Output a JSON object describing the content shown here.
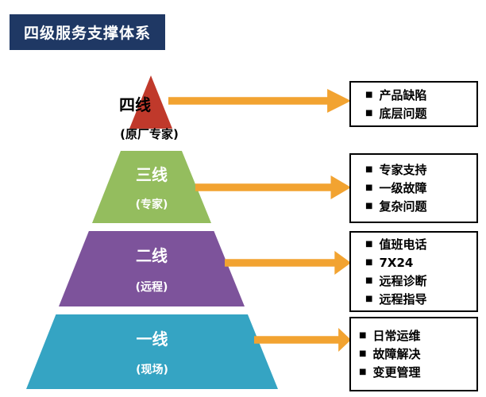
{
  "title": {
    "label": "四级服务支撑体系"
  },
  "colors": {
    "banner": "#1f3864",
    "arrow": "#f2a331"
  },
  "pyramid": {
    "levels": [
      {
        "label": "四线",
        "sublabel": "(原厂专家)",
        "color": "#c0392b"
      },
      {
        "label": "三线",
        "sublabel": "(专家)",
        "color": "#94bd5e"
      },
      {
        "label": "二线",
        "sublabel": "(远程)",
        "color": "#7d539b"
      },
      {
        "label": "一线",
        "sublabel": "(现场)",
        "color": "#35a4c3"
      }
    ]
  },
  "callouts": [
    {
      "items": [
        "产品缺陷",
        "底层问题"
      ]
    },
    {
      "items": [
        "专家支持",
        "一级故障",
        "复杂问题"
      ]
    },
    {
      "items": [
        "值班电话",
        "7X24",
        "远程诊断",
        "远程指导"
      ]
    },
    {
      "items": [
        "日常运维",
        "故障解决",
        "变更管理"
      ]
    }
  ],
  "icons": {
    "bullet": "■"
  }
}
